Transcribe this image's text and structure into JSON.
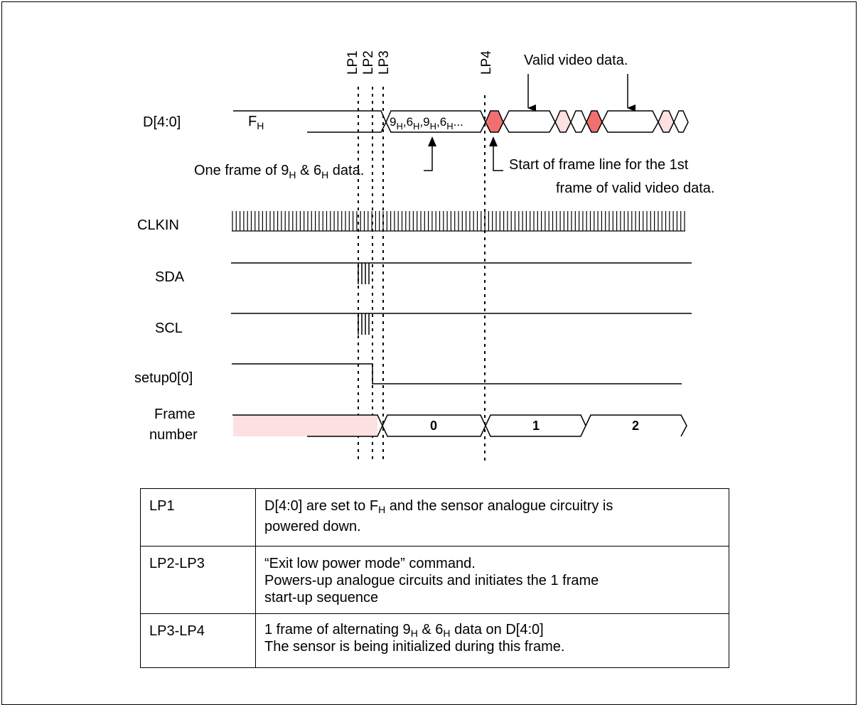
{
  "markers": [
    "LP1",
    "LP2",
    "LP3",
    "LP4"
  ],
  "signals": {
    "d": "D[4:0]",
    "clkin": "CLKIN",
    "sda": "SDA",
    "scl": "SCL",
    "setup": "setup0[0]",
    "frame_line1": "Frame",
    "frame_line2": "number"
  },
  "d_bus": {
    "fh_base": "F",
    "fh_sub": "H",
    "alt_data_parts": [
      "9",
      "H",
      ",6",
      "H",
      ",9",
      "H",
      ",6",
      "H",
      "..."
    ]
  },
  "annotations": {
    "valid_video": "Valid video data.",
    "one_frame": [
      "One frame of 9",
      "H",
      " & 6",
      "H",
      " data."
    ],
    "start_of_frame_1": "Start of frame line for the 1st",
    "start_of_frame_2": "frame of valid video data."
  },
  "frame_numbers": [
    "0",
    "1",
    "2"
  ],
  "colors": {
    "start_of_frame": "#f07070",
    "pink_light": "#fde0e0",
    "frame_pink": "#fde0e0"
  },
  "table": {
    "rows": [
      {
        "key": "LP1",
        "parts": [
          "D[4:0] are set to F",
          "H",
          " and the sensor analogue circuitry is"
        ],
        "line2": "powered down."
      },
      {
        "key": "LP2-LP3",
        "line1": "“Exit low power mode” command.",
        "line2": "Powers-up analogue circuits and initiates the 1 frame",
        "line3": "start-up sequence"
      },
      {
        "key": "LP3-LP4",
        "parts": [
          "1 frame of alternating 9",
          "H",
          " & 6",
          "H",
          " data on D[4:0]"
        ],
        "line2": "The sensor is being initialized during this frame."
      }
    ]
  }
}
